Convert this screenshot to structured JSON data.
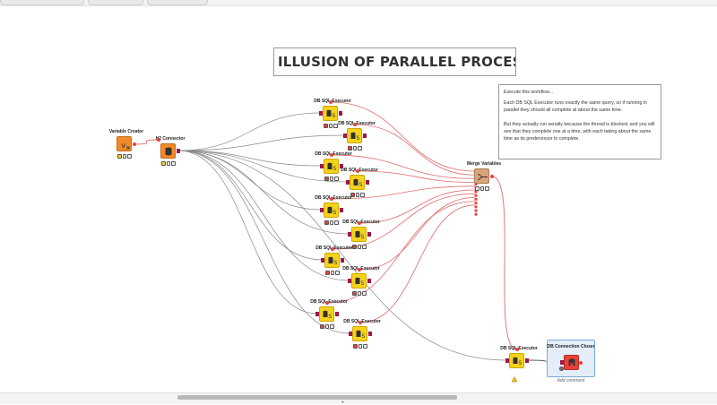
{
  "title": "ILLUSION OF PARALLEL PROCESSING",
  "note": {
    "line1": "Execute this workflow...",
    "line2": "Each DB SQL Executor runs exactly the same query, so if running in parallel they should all complete at about the same time.",
    "line3": "But they actually run serially because the thread is blocked, and you will see that they complete one at a time, with each taking about the same time as its predecessor to complete."
  },
  "nodes": {
    "variable_creator": "Variable Creator",
    "h2_connector": "H2 Connector",
    "executor_label": "DB SQL Executor",
    "merge_variables": "Merge Variables",
    "final_executor": "DB SQL Executor",
    "connection_closer": "DB Connection Closer"
  },
  "add_comment": "Add comment",
  "colors": {
    "db_node": "#f6d21b",
    "source_node": "#f08a2a",
    "merge_node": "#d8a57a",
    "closer_node": "#e8413a",
    "db_port": "#a0154a",
    "variable_port": "#e8413a",
    "db_wire": "#8a8a8a",
    "variable_wire": "#e06a6a"
  },
  "icons": {
    "executor": "db-sql-icon",
    "variable_creator": "variable-icon",
    "h2": "database-connect-icon",
    "merge": "merge-icon",
    "closer": "db-close-icon"
  }
}
